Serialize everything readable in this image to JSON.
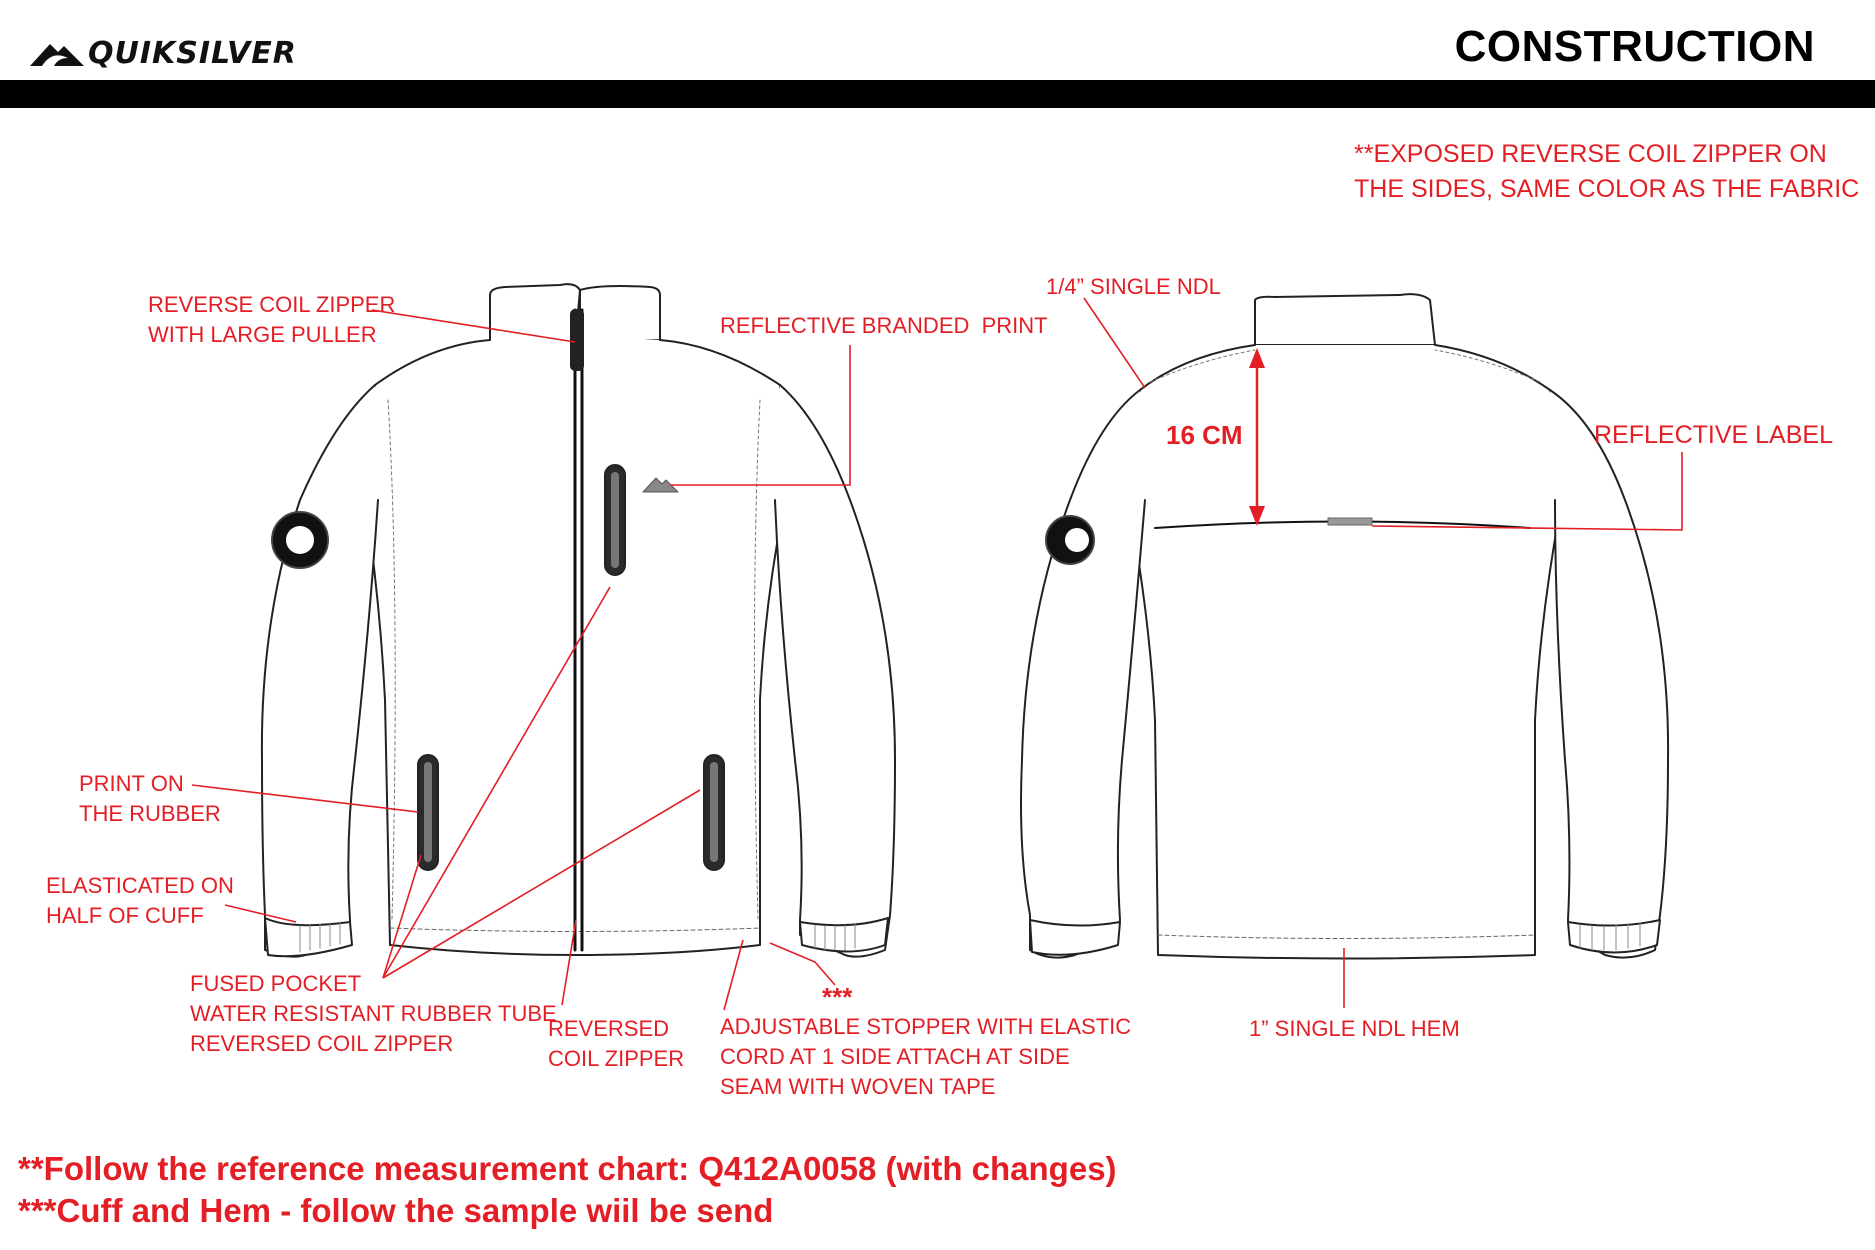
{
  "header": {
    "brand": "QUIKSILVER",
    "title": "CONSTRUCTION"
  },
  "notes": {
    "top_right": "**EXPOSED REVERSE COIL ZIPPER ON\nTHE SIDES, SAME COLOR AS THE FABRIC"
  },
  "front_labels": {
    "reverse_coil_zipper": "REVERSE COIL ZIPPER\nWITH LARGE PULLER",
    "reflective_print": "REFLECTIVE BRANDED  PRINT",
    "print_on_rubber": "PRINT ON\nTHE RUBBER",
    "elasticated_cuff": "ELASTICATED ON\nHALF OF CUFF",
    "fused_pocket": "FUSED POCKET\nWATER RESISTANT RUBBER TUBE\nREVERSED COIL ZIPPER",
    "reversed_coil_zipper": "REVERSED\nCOIL ZIPPER",
    "stopper_marker": "***",
    "adjustable_stopper": "ADJUSTABLE STOPPER WITH ELASTIC\nCORD AT 1 SIDE ATTACH AT SIDE\nSEAM WITH WOVEN TAPE"
  },
  "back_labels": {
    "single_ndl": "1/4” SINGLE NDL",
    "yoke_measure": "16 CM",
    "reflective_label": "REFLECTIVE LABEL",
    "hem": "1” SINGLE NDL HEM"
  },
  "footer": {
    "line1": "**Follow the reference measurement chart: Q412A0058 (with changes)",
    "line2": "***Cuff and Hem - follow the sample wiil be send"
  },
  "colors": {
    "annotation": "#e31e24",
    "outline": "#222222",
    "header_bar": "#000000"
  }
}
